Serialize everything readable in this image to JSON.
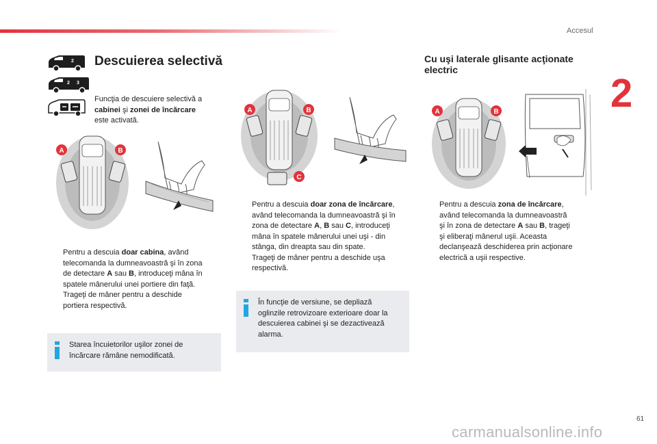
{
  "header": {
    "section": "Accesul",
    "chapter": "2"
  },
  "footer": {
    "page_number": "61",
    "watermark": "carmanualsonline.info"
  },
  "left": {
    "title": "Descuierea selectivă",
    "intro": [
      "Funcţia de descuiere selectivă a",
      "cabinei",
      "şi",
      "zonei de încărcare",
      "este activată."
    ],
    "bullets": [
      [
        "Pentru a descuia ",
        "doar cabina",
        ", având",
        "telecomanda la dumneavoastră şi în zona",
        "de detectare ",
        "A",
        " sau ",
        "B",
        ", introduceţi mâna în",
        "spatele mânerului unei portiere din faţă."
      ],
      [
        "Trageţi de mâner pentru a deschide",
        "portiera respectivă."
      ]
    ],
    "info": [
      "Starea încuietorilor uşilor zonei de",
      "încărcare rămâne nemodificată."
    ]
  },
  "middle": {
    "bullets": [
      [
        "Pentru a descuia ",
        "doar zona de încărcare",
        ",",
        "având telecomanda la dumneavoastră şi în",
        "zona de detectare ",
        "A",
        ", ",
        "B",
        " sau ",
        "C",
        ", introduceţi",
        "mâna în spatele mânerului unei uşi - din",
        "stânga, din dreapta sau din spate."
      ],
      [
        "Trageţi de mâner pentru a deschide uşa",
        "respectivă."
      ]
    ],
    "info": [
      "În funcţie de versiune, se depliază",
      "oglinzile retrovizoare exterioare doar la",
      "descuierea cabinei şi se dezactivează",
      "alarma."
    ]
  },
  "right": {
    "title_lines": [
      "Cu uşi laterale glisante acţionate",
      "electric"
    ],
    "bullets": [
      [
        "Pentru a descuia ",
        "zona de încărcare",
        ",",
        "având telecomanda la dumneavoastră",
        "şi în zona de detectare ",
        "A",
        " sau ",
        "B",
        ", trageţi",
        "şi eliberaţi mânerul uşii. Aceasta",
        "declanşează deschiderea prin acţionare",
        "electrică a uşii respective."
      ]
    ]
  },
  "zone_labels": {
    "a": "A",
    "b": "B",
    "c": "C"
  },
  "bullet_symbol": "",
  "colors": {
    "accent_red": "#e2333b",
    "info_blue": "#22a5e0",
    "info_bg": "#e9ebee"
  }
}
